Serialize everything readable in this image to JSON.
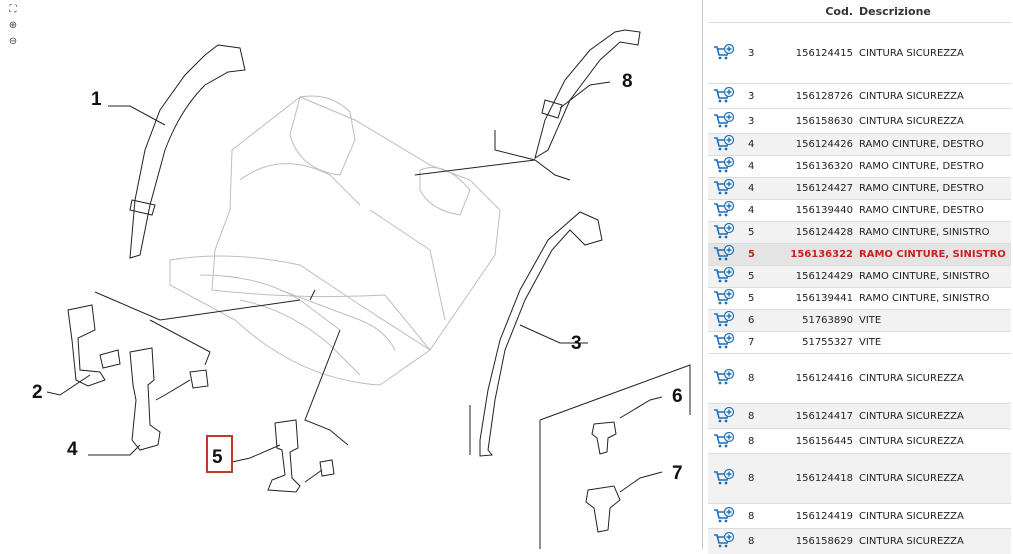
{
  "zoom_controls": [
    "zoom-fit-icon",
    "zoom-in-icon",
    "zoom-out-icon"
  ],
  "diagram": {
    "callouts": [
      "1",
      "2",
      "3",
      "4",
      "5",
      "6",
      "7",
      "8"
    ],
    "highlighted_callout": "5"
  },
  "table": {
    "columns": [
      "",
      "",
      "Cod.",
      "Descrizione"
    ],
    "rows": [
      {
        "pos": "3",
        "code": "156124415",
        "desc": "CINTURA SICUREZZA"
      },
      {
        "pos": "3",
        "code": "156128726",
        "desc": "CINTURA SICUREZZA"
      },
      {
        "pos": "3",
        "code": "156158630",
        "desc": "CINTURA SICUREZZA"
      },
      {
        "pos": "4",
        "code": "156124426",
        "desc": "RAMO CINTURE, DESTRO"
      },
      {
        "pos": "4",
        "code": "156136320",
        "desc": "RAMO CINTURE, DESTRO"
      },
      {
        "pos": "4",
        "code": "156124427",
        "desc": "RAMO CINTURE, DESTRO"
      },
      {
        "pos": "4",
        "code": "156139440",
        "desc": "RAMO CINTURE, DESTRO"
      },
      {
        "pos": "5",
        "code": "156124428",
        "desc": "RAMO CINTURE, SINISTRO"
      },
      {
        "pos": "5",
        "code": "156136322",
        "desc": "RAMO CINTURE, SINISTRO",
        "selected": true
      },
      {
        "pos": "5",
        "code": "156124429",
        "desc": "RAMO CINTURE, SINISTRO"
      },
      {
        "pos": "5",
        "code": "156139441",
        "desc": "RAMO CINTURE, SINISTRO"
      },
      {
        "pos": "6",
        "code": "51763890",
        "desc": "VITE"
      },
      {
        "pos": "7",
        "code": "51755327",
        "desc": "VITE"
      },
      {
        "pos": "8",
        "code": "156124416",
        "desc": "CINTURA SICUREZZA"
      },
      {
        "pos": "8",
        "code": "156124417",
        "desc": "CINTURA SICUREZZA"
      },
      {
        "pos": "8",
        "code": "156156445",
        "desc": "CINTURA SICUREZZA"
      },
      {
        "pos": "8",
        "code": "156124418",
        "desc": "CINTURA SICUREZZA"
      },
      {
        "pos": "8",
        "code": "156124419",
        "desc": "CINTURA SICUREZZA"
      },
      {
        "pos": "8",
        "code": "156158629",
        "desc": "CINTURA SICUREZZA"
      }
    ]
  },
  "colors": {
    "selected_text": "#cc1f1f",
    "highlight_box": "#c0392b",
    "cart_icon": "#1f6fb5"
  }
}
